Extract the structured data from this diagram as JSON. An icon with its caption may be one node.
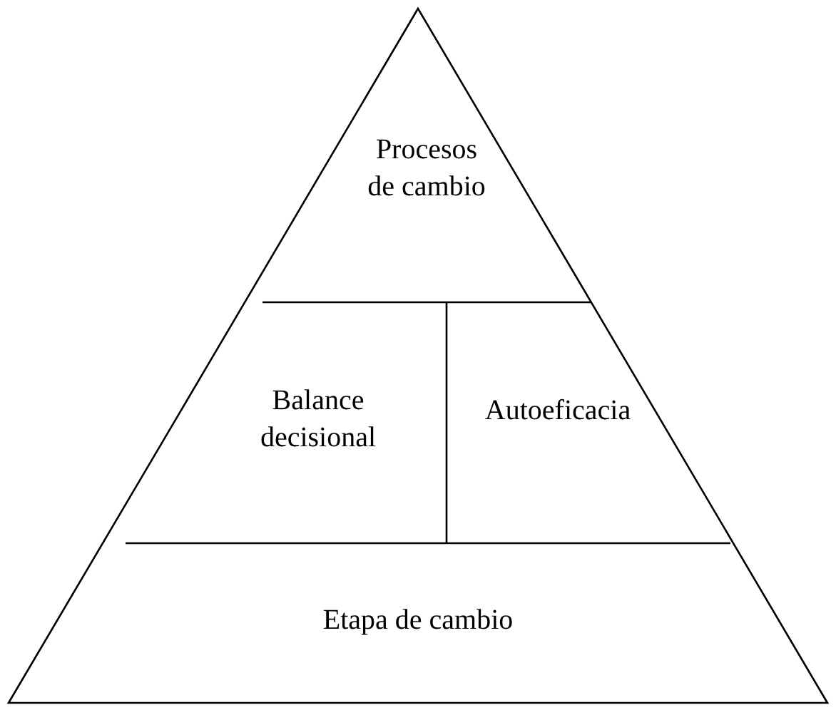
{
  "diagram": {
    "nodes": [
      {
        "text": [
          "Procesos de cambio"
        ]
      },
      {
        "text": [
          "Balance decisional"
        ]
      },
      {
        "text": [
          "Autoeficacia"
        ]
      },
      {
        "text": [
          "Etapa de cambio"
        ]
      }
    ]
  }
}
